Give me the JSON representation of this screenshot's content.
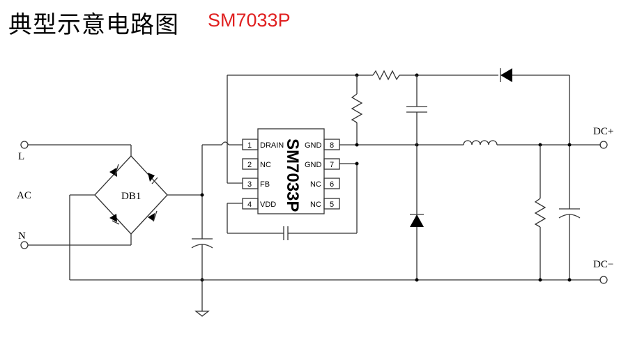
{
  "header": {
    "title": "典型示意电路图",
    "part": "SM7033P"
  },
  "chip": {
    "name": "SM7033P",
    "pins": [
      {
        "num": "1",
        "name": "DRAIN"
      },
      {
        "num": "2",
        "name": "NC"
      },
      {
        "num": "3",
        "name": "FB"
      },
      {
        "num": "4",
        "name": "VDD"
      },
      {
        "num": "8",
        "name": "GND"
      },
      {
        "num": "7",
        "name": "GND"
      },
      {
        "num": "6",
        "name": "NC"
      },
      {
        "num": "5",
        "name": "NC"
      }
    ]
  },
  "labels": {
    "l": "L",
    "ac": "AC",
    "n": "N",
    "db1": "DB1",
    "dcp": "DC+",
    "dcm": "DC−"
  },
  "colors": {
    "part": "#e02020",
    "wire": "#333333"
  }
}
